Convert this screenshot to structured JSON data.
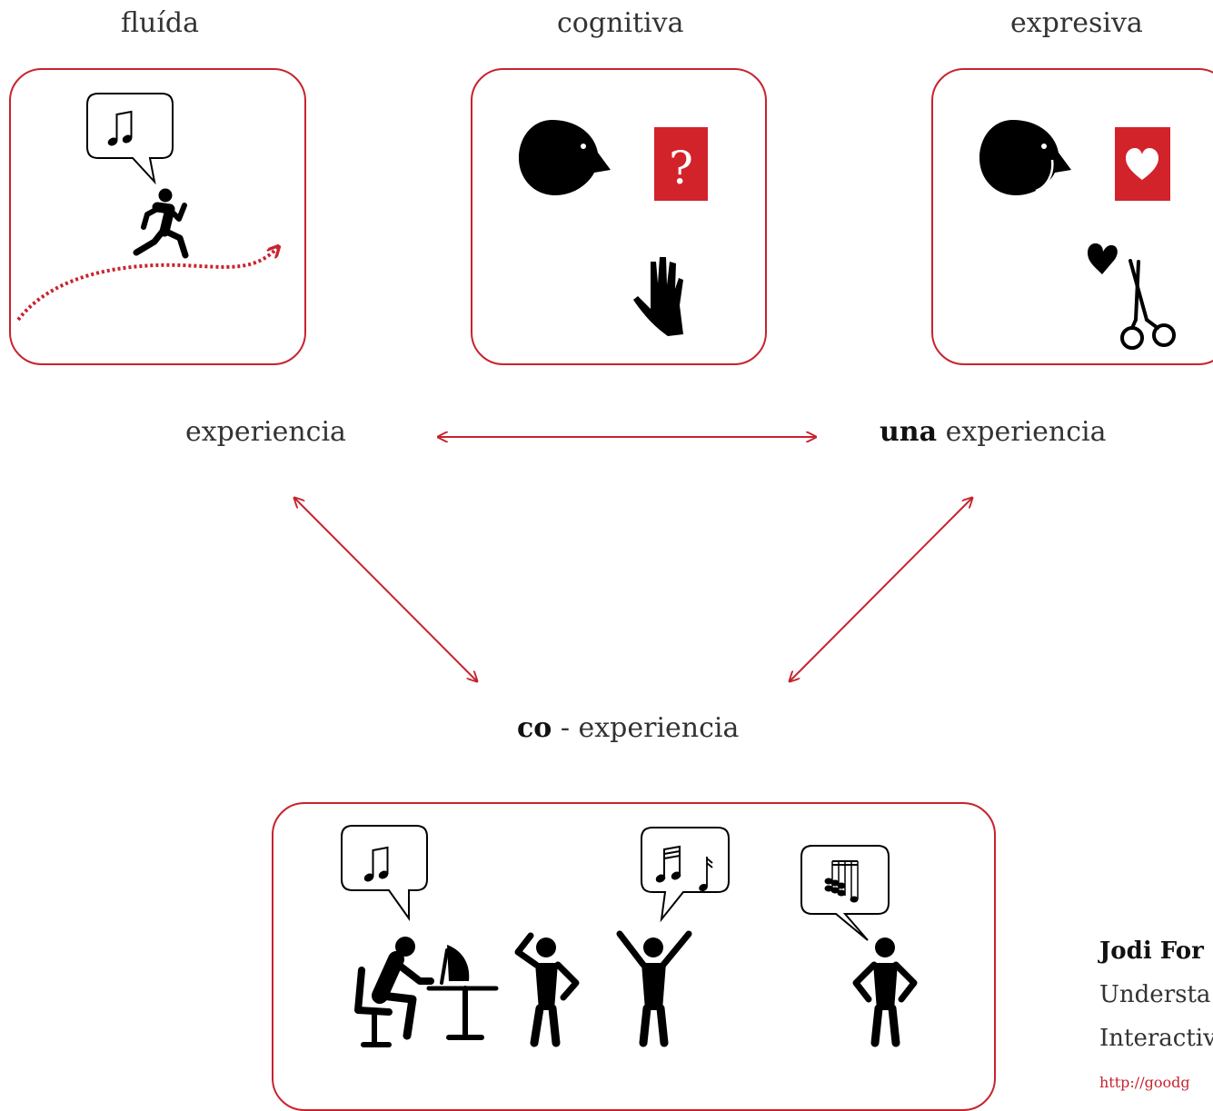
{
  "headers": {
    "fluida": "fluída",
    "cognitiva": "cognitiva",
    "expresiva": "expresiva"
  },
  "nodes": {
    "experiencia": "experiencia",
    "una_bold": "una",
    "una_rest": " experiencia",
    "co_bold": "co",
    "co_rest": " - experiencia"
  },
  "question_mark": "?",
  "credit": {
    "name": "Jodi For",
    "line1": "Understa",
    "line2": "Interactiv",
    "url": "http://goodg"
  },
  "colors": {
    "accent": "#c7232e",
    "ink": "#000000"
  },
  "icons": [
    "music-note-icon",
    "runner-icon",
    "dotted-path-arrow-icon",
    "face-icon",
    "question-card-icon",
    "hand-icon",
    "smiling-face-icon",
    "heart-card-icon",
    "heart-icon",
    "scissors-icon",
    "person-at-computer-icon",
    "thinking-person-icon",
    "cheering-person-icon",
    "standing-person-icon"
  ]
}
